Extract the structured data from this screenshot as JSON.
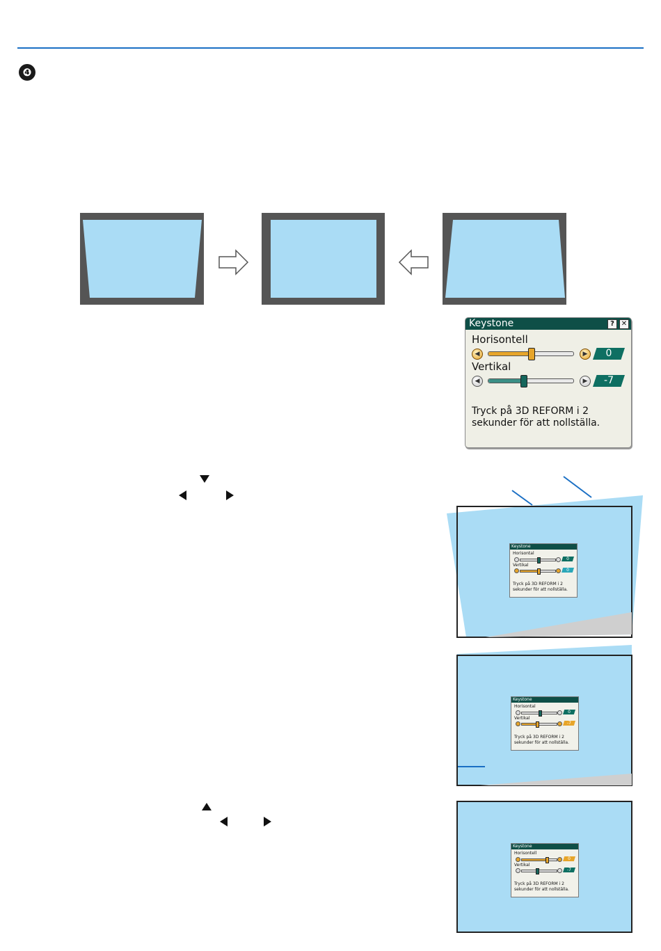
{
  "step_badge": "❹",
  "colors": {
    "accent_rule": "#1a6fc4",
    "screen_blue": "#aadcf5",
    "frame_gray": "#555555",
    "dialog_title": "#0e4f47",
    "value_badge": "#0e6f62",
    "highlight_orange": "#e7a52a"
  },
  "icons": [
    "right-outline-arrow-icon",
    "left-outline-arrow-icon",
    "down-triangle-icon",
    "up-triangle-icon",
    "left-triangle-icon",
    "right-triangle-icon"
  ],
  "keystone_dialog": {
    "title": "Keystone",
    "help_button": "?",
    "close_button": "✕",
    "horizontal_label": "Horisontell",
    "horizontal_value": "0",
    "horizontal_level": 0.5,
    "vertical_label": "Vertikal",
    "vertical_value": "-7",
    "vertical_level": 0.42,
    "message": "Tryck på 3D REFORM i 2 sekunder för att nollställa."
  },
  "mini_dialogs": [
    {
      "title": "Keystone",
      "h_label": "Horisontal",
      "h_value": "0",
      "v_label": "Vertikal",
      "v_value": "0",
      "message": "Tryck på 3D REFORM i 2 sekunder för att nollställa."
    },
    {
      "title": "Keystone",
      "h_label": "Horisontal",
      "h_value": "0",
      "v_label": "Vertikal",
      "v_value": "-7",
      "message": "Tryck på 3D REFORM i 2 sekunder för att nollställa."
    },
    {
      "title": "Keystone",
      "h_label": "Horisontell",
      "h_value": "0",
      "v_label": "Vertikal",
      "v_value": "-7",
      "message": "Tryck på 3D REFORM i 2 sekunder för att nollställa."
    }
  ]
}
